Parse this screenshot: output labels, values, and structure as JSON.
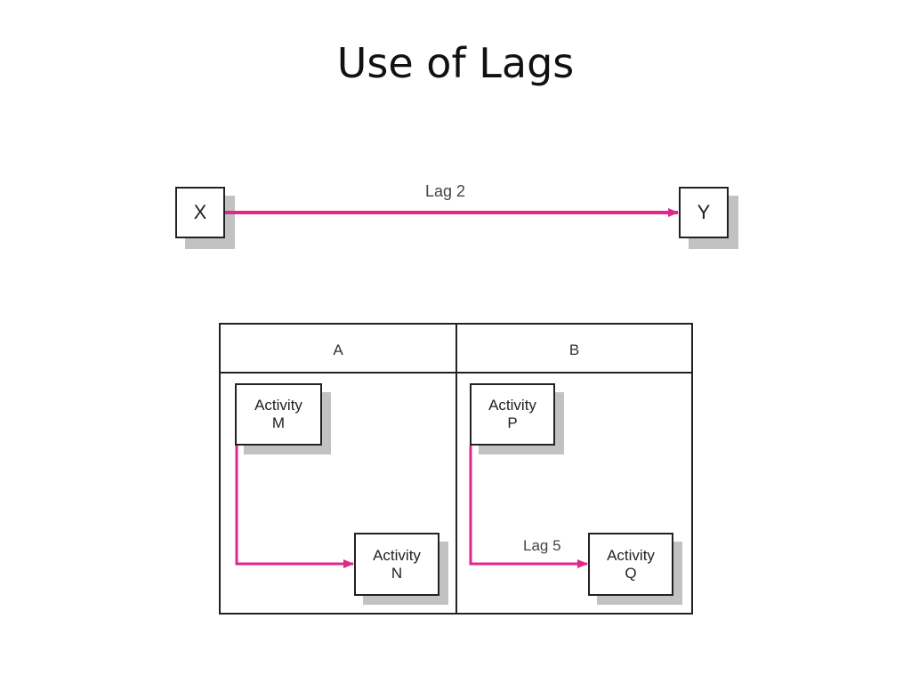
{
  "title": "Use of Lags",
  "top": {
    "from": "X",
    "to": "Y",
    "lag_label": "Lag 2"
  },
  "table": {
    "headers": [
      "A",
      "B"
    ],
    "a": {
      "from": [
        "Activity",
        "M"
      ],
      "to": [
        "Activity",
        "N"
      ]
    },
    "b": {
      "from": [
        "Activity",
        "P"
      ],
      "to": [
        "Activity",
        "Q"
      ],
      "lag_label": "Lag 5"
    }
  },
  "colors": {
    "arrow": "#e0288a",
    "shadow": "#c2c2c2",
    "border": "#222222"
  }
}
